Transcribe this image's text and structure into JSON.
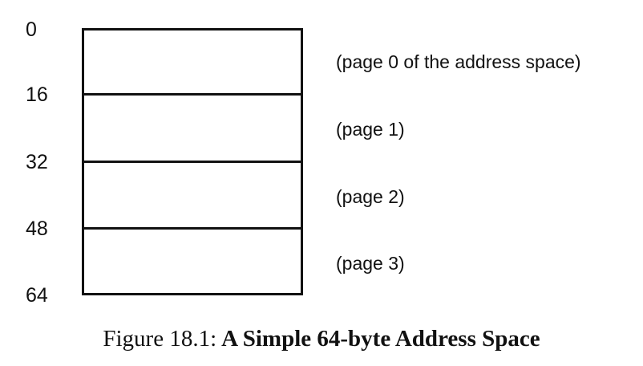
{
  "figure": {
    "caption_prefix": "Figure 18.1:",
    "caption_title": "A Simple 64-byte Address Space",
    "diagram_type": "memory-layout",
    "total_size_bytes": 64,
    "page_size_bytes": 16,
    "page_count": 4,
    "stroke_color": "#111111",
    "background_color": "#ffffff"
  },
  "offsets": [
    {
      "label": "0",
      "value": 0
    },
    {
      "label": "16",
      "value": 16
    },
    {
      "label": "32",
      "value": 32
    },
    {
      "label": "48",
      "value": 48
    },
    {
      "label": "64",
      "value": 64
    }
  ],
  "pages": [
    {
      "label": "(page 0 of the address space)",
      "index": 0,
      "start": 0,
      "end": 16
    },
    {
      "label": "(page 1)",
      "index": 1,
      "start": 16,
      "end": 32
    },
    {
      "label": "(page 2)",
      "index": 2,
      "start": 32,
      "end": 48
    },
    {
      "label": "(page 3)",
      "index": 3,
      "start": 48,
      "end": 64
    }
  ]
}
